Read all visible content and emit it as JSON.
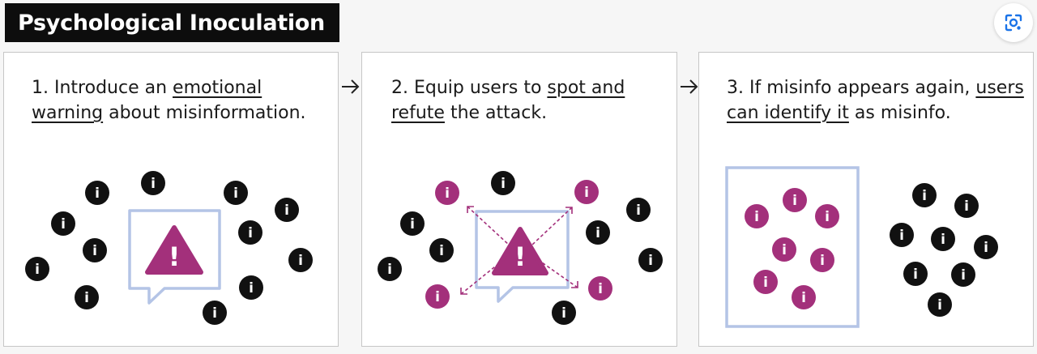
{
  "title": "Psychological Inoculation",
  "colors": {
    "accent": "#a3307b",
    "ink": "#111111",
    "frame": "#b4c4e6",
    "background": "#f6f6f6"
  },
  "icons": {
    "info_glyph": "i",
    "warning_glyph": "!",
    "arrow": "connector-arrow-icon",
    "lens": "lens-icon"
  },
  "steps": [
    {
      "number": "1.",
      "parts": [
        {
          "text": " Introduce an ",
          "u": false
        },
        {
          "text": "emotional warning",
          "u": true
        },
        {
          "text": " about misinformation.",
          "u": false
        }
      ]
    },
    {
      "number": "2.",
      "parts": [
        {
          "text": " Equip users to ",
          "u": false
        },
        {
          "text": "spot and refute",
          "u": true
        },
        {
          "text": " the attack.",
          "u": false
        }
      ]
    },
    {
      "number": "3.",
      "parts": [
        {
          "text": " If misinfo appears again, ",
          "u": false
        },
        {
          "text": "users can identify it",
          "u": true
        },
        {
          "text": " as misinfo.",
          "u": false
        }
      ]
    }
  ]
}
